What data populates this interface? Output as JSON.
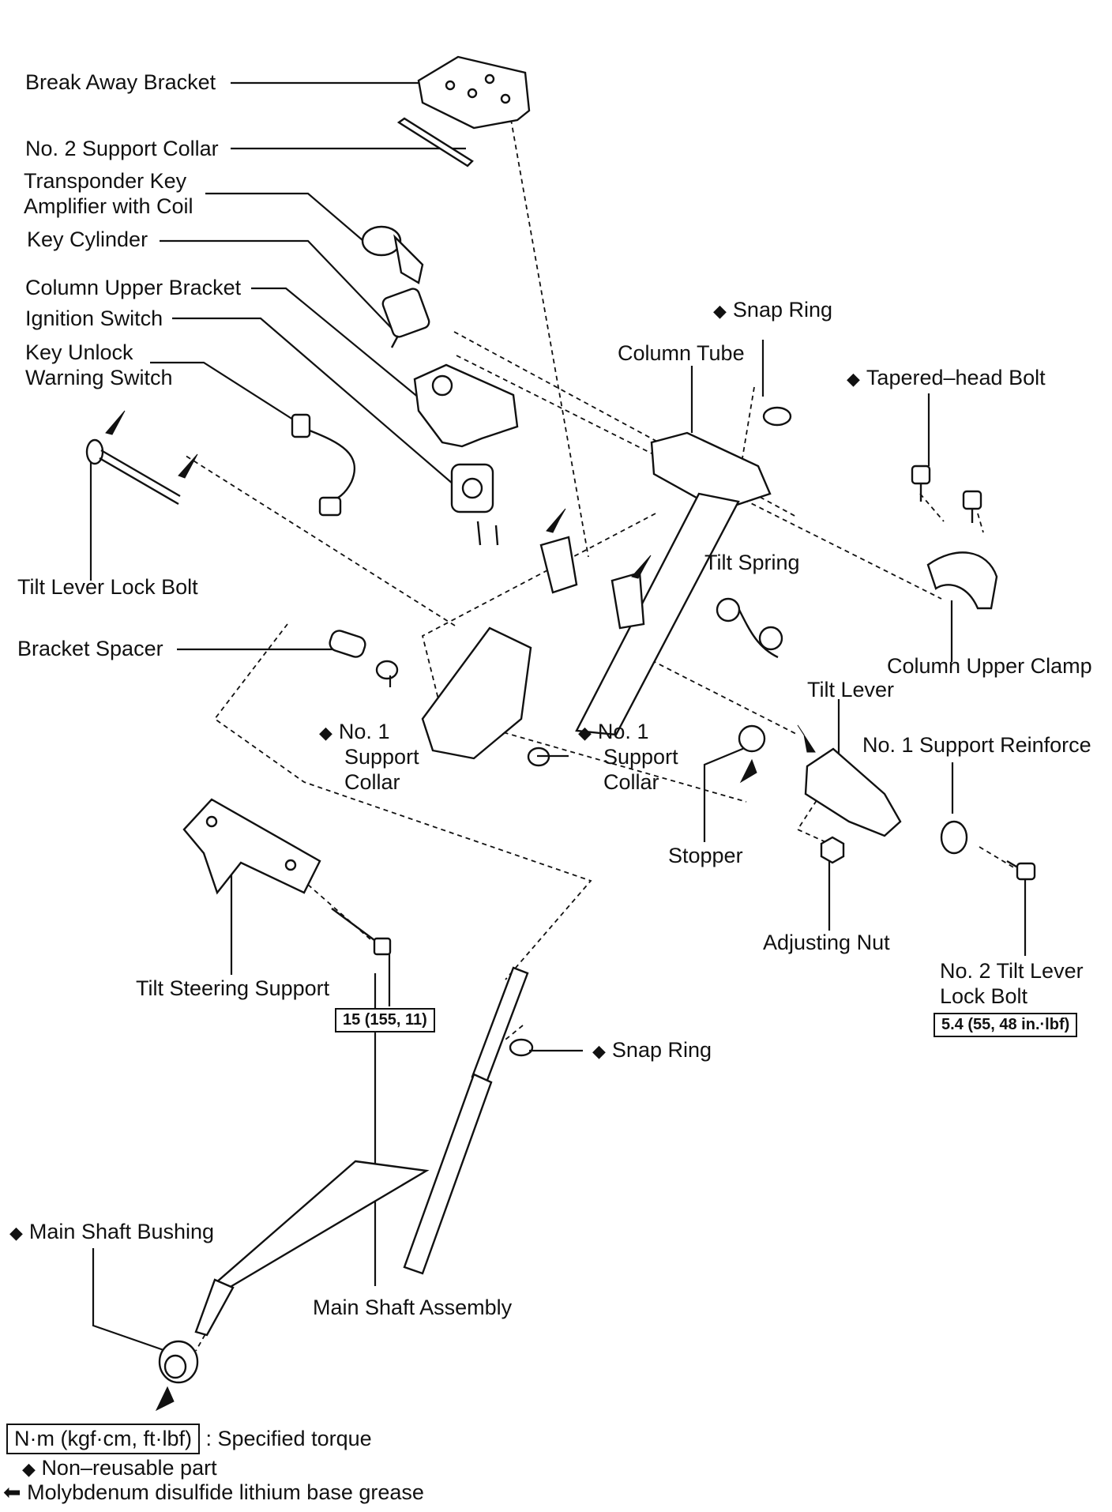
{
  "labels": {
    "break_away_bracket": "Break Away Bracket",
    "no2_support_collar": "No. 2 Support Collar",
    "transponder_key_amplifier_l1": "Transponder Key",
    "transponder_key_amplifier_l2": "Amplifier with Coil",
    "key_cylinder": "Key Cylinder",
    "column_upper_bracket": "Column Upper Bracket",
    "ignition_switch": "Ignition Switch",
    "key_unlock_warning_l1": "Key Unlock",
    "key_unlock_warning_l2": "Warning Switch",
    "snap_ring_top": "Snap Ring",
    "column_tube": "Column Tube",
    "tapered_head_bolt": "Tapered–head Bolt",
    "tilt_lever_lock_bolt": "Tilt Lever Lock Bolt",
    "tilt_spring": "Tilt Spring",
    "bracket_spacer": "Bracket Spacer",
    "column_upper_clamp": "Column Upper Clamp",
    "tilt_lever": "Tilt Lever",
    "no1_support_collar_left_l1": "No. 1",
    "no1_support_collar_left_l2": "Support",
    "no1_support_collar_left_l3": "Collar",
    "no1_support_collar_right_l1": "No. 1",
    "no1_support_collar_right_l2": "Support",
    "no1_support_collar_right_l3": "Collar",
    "no1_support_reinforce": "No. 1 Support Reinforce",
    "stopper": "Stopper",
    "adjusting_nut": "Adjusting Nut",
    "tilt_steering_support": "Tilt Steering Support",
    "no2_tilt_lever_lock_bolt_l1": "No. 2 Tilt Lever",
    "no2_tilt_lever_lock_bolt_l2": "Lock Bolt",
    "snap_ring_bottom": "Snap Ring",
    "main_shaft_bushing": "Main Shaft Bushing",
    "main_shaft_assembly": "Main Shaft Assembly"
  },
  "markers": {
    "diamond": "◆"
  },
  "torque_specs": {
    "tilt_steering_support": "15 (155, 11)",
    "no2_tilt_lever_lock_bolt": "5.4 (55, 48 in.·lbf)"
  },
  "legend": {
    "torque_unit": "N·m (kgf·cm, ft·lbf)",
    "torque_text": ": Specified torque",
    "nonreusable_marker": "◆",
    "nonreusable_text": "Non–reusable part",
    "grease_marker": "⬅",
    "grease_text": "Molybdenum disulfide lithium base grease"
  }
}
